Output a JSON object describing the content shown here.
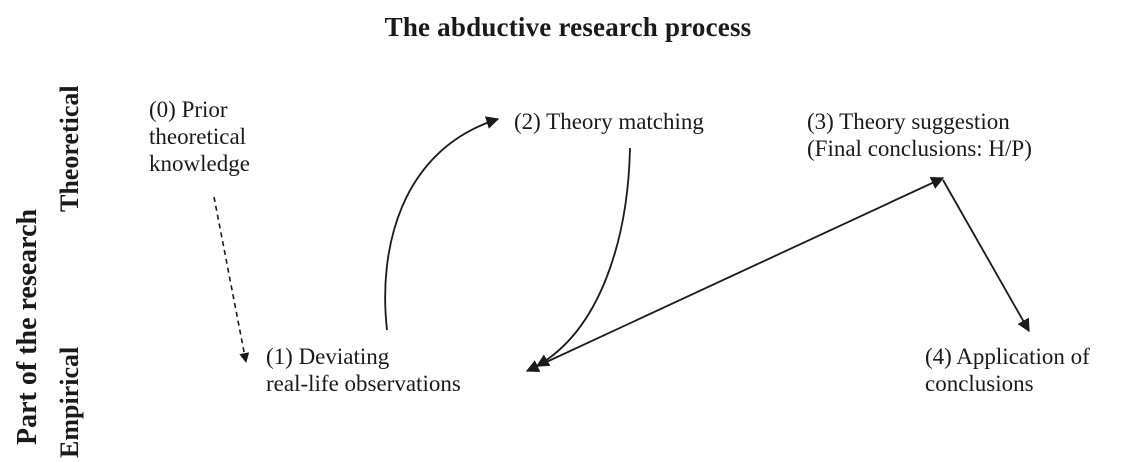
{
  "title": "The abductive research process",
  "axis": {
    "main": "Part of the research",
    "theoretical": "Theoretical",
    "empirical": "Empirical"
  },
  "nodes": {
    "prior": {
      "lines": [
        "(0) Prior",
        "theoretical",
        "knowledge"
      ]
    },
    "deviating": {
      "lines": [
        "(1) Deviating",
        "real-life observations"
      ]
    },
    "matching": {
      "lines": [
        "(2) Theory matching"
      ]
    },
    "suggestion": {
      "lines": [
        "(3) Theory suggestion",
        "(Final conclusions: H/P)"
      ]
    },
    "application": {
      "lines": [
        "(4) Application of",
        "conclusions"
      ]
    }
  },
  "colors": {
    "ink": "#1a1a1a",
    "background": "#ffffff"
  }
}
